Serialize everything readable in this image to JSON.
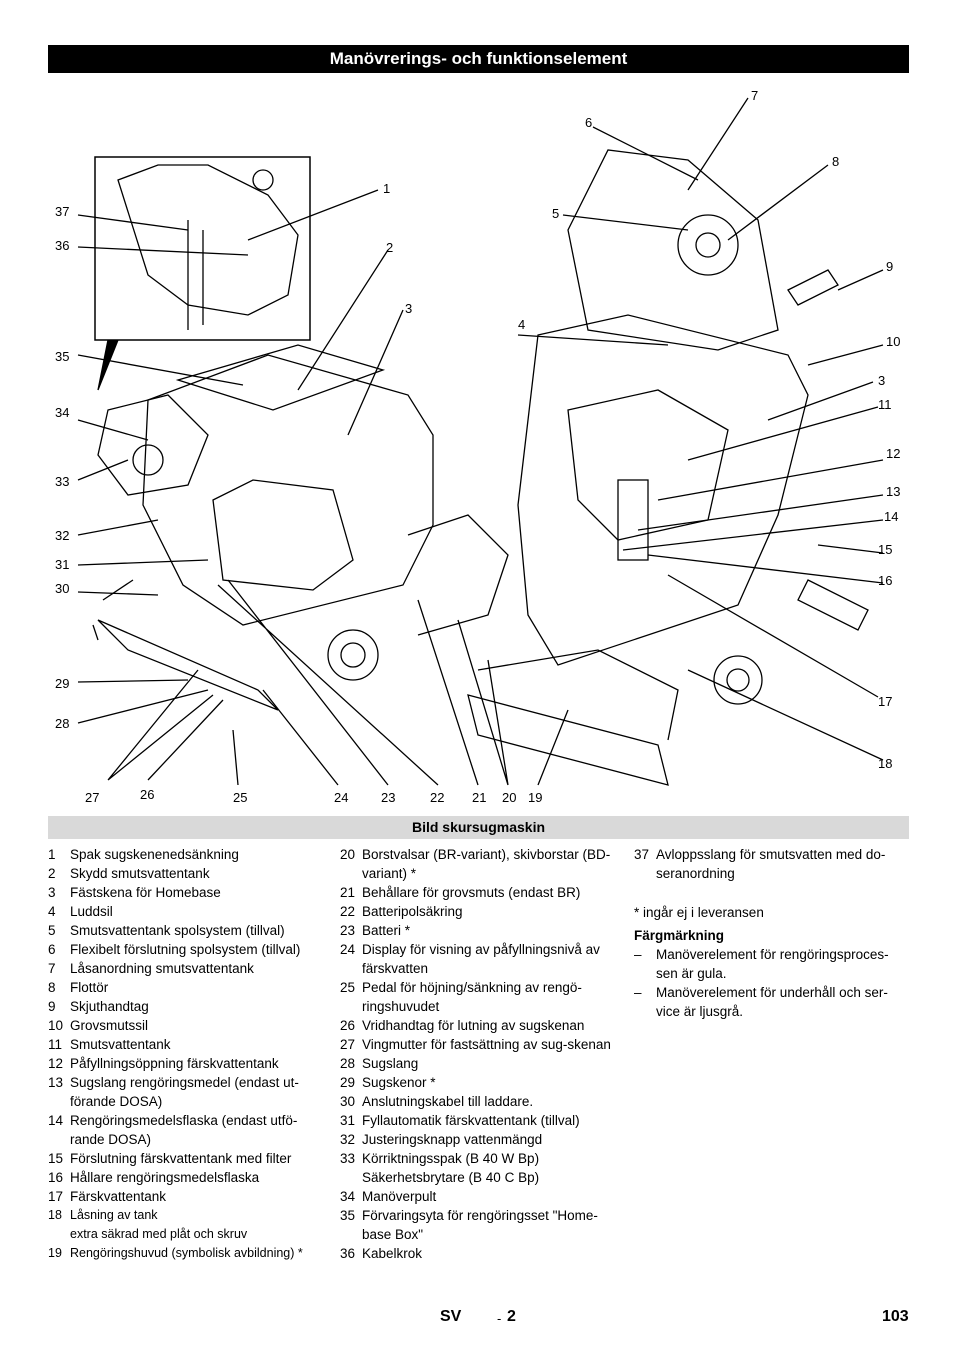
{
  "header": {
    "title": "Manövrerings- och funktionselement"
  },
  "figure": {
    "callouts": [
      "1",
      "2",
      "3",
      "4",
      "5",
      "6",
      "7",
      "8",
      "9",
      "10",
      "3",
      "11",
      "12",
      "13",
      "14",
      "15",
      "16",
      "17",
      "18",
      "37",
      "36",
      "35",
      "34",
      "33",
      "32",
      "31",
      "30",
      "29",
      "28",
      "27",
      "26",
      "25",
      "24",
      "23",
      "22",
      "21",
      "20",
      "19"
    ]
  },
  "caption": "Bild skursugmaskin",
  "col1": [
    {
      "n": "1",
      "t": "Spak sugskenenedsänkning"
    },
    {
      "n": "2",
      "t": "Skydd smutsvattentank"
    },
    {
      "n": "3",
      "t": "Fästskena för Homebase"
    },
    {
      "n": "4",
      "t": "Luddsil"
    },
    {
      "n": "5",
      "t": "Smutsvattentank spolsystem (tillval)"
    },
    {
      "n": "6",
      "t": "Flexibelt förslutning spolsystem (tillval)"
    },
    {
      "n": "7",
      "t": "Låsanordning smutsvattentank"
    },
    {
      "n": "8",
      "t": "Flottör"
    },
    {
      "n": "9",
      "t": "Skjuthandtag"
    },
    {
      "n": "10",
      "t": "Grovsmutssil"
    },
    {
      "n": "11",
      "t": "Smutsvattentank"
    },
    {
      "n": "12",
      "t": "Påfyllningsöppning färskvattentank"
    },
    {
      "n": "13",
      "t": "Sugslang rengöringsmedel (endast ut-förande DOSA)"
    },
    {
      "n": "14",
      "t": "Rengöringsmedelsflaska (endast utfö-rande DOSA)"
    },
    {
      "n": "15",
      "t": "Förslutning färskvattentank med filter"
    },
    {
      "n": "16",
      "t": "Hållare rengöringsmedelsflaska"
    },
    {
      "n": "17",
      "t": "Färskvattentank"
    },
    {
      "n": "18",
      "t": "Låsning av tank",
      "sub": "extra säkrad med plåt och skruv"
    },
    {
      "n": "19",
      "t": "Rengöringshuvud (symbolisk avbildning) *"
    }
  ],
  "col2": [
    {
      "n": "20",
      "t": "Borstvalsar (BR-variant), skivborstar (BD-variant) *"
    },
    {
      "n": "21",
      "t": "Behållare för grovsmuts (endast BR)"
    },
    {
      "n": "22",
      "t": "Batteripolsäkring"
    },
    {
      "n": "23",
      "t": "Batteri *"
    },
    {
      "n": "24",
      "t": "Display för visning av påfyllningsnivå av färskvatten"
    },
    {
      "n": "25",
      "t": "Pedal för höjning/sänkning av rengö-ringshuvudet"
    },
    {
      "n": "26",
      "t": "Vridhandtag för lutning av sugskenan"
    },
    {
      "n": "27",
      "t": "Vingmutter för fastsättning av sug-skenan"
    },
    {
      "n": "28",
      "t": "Sugslang"
    },
    {
      "n": "29",
      "t": "Sugskenor *"
    },
    {
      "n": "30",
      "t": "Anslutningskabel till laddare."
    },
    {
      "n": "31",
      "t": "Fyllautomatik färskvattentank (tillval)"
    },
    {
      "n": "32",
      "t": "Justeringsknapp vattenmängd"
    },
    {
      "n": "33",
      "t": "Körriktningsspak (B 40 W Bp)",
      "sub": "Säkerhetsbrytare (B 40 C Bp)"
    },
    {
      "n": "34",
      "t": "Manöverpult"
    },
    {
      "n": "35",
      "t": "Förvaringsyta för rengöringsset \"Home-base Box\""
    },
    {
      "n": "36",
      "t": "Kabelkrok"
    }
  ],
  "col3": [
    {
      "n": "37",
      "t": "Avloppsslang för smutsvatten med do-seranordning"
    }
  ],
  "note": "* ingår ej i leveransen",
  "color_heading": "Färgmärkning",
  "color_items": [
    {
      "d": "–",
      "t": "Manöverelement för rengöringsproces-sen är gula."
    },
    {
      "d": "–",
      "t": "Manöverelement för underhåll och ser-vice är ljusgrå."
    }
  ],
  "footer": {
    "lang": "SV",
    "dash": "-",
    "page_local": "2",
    "page": "103"
  }
}
